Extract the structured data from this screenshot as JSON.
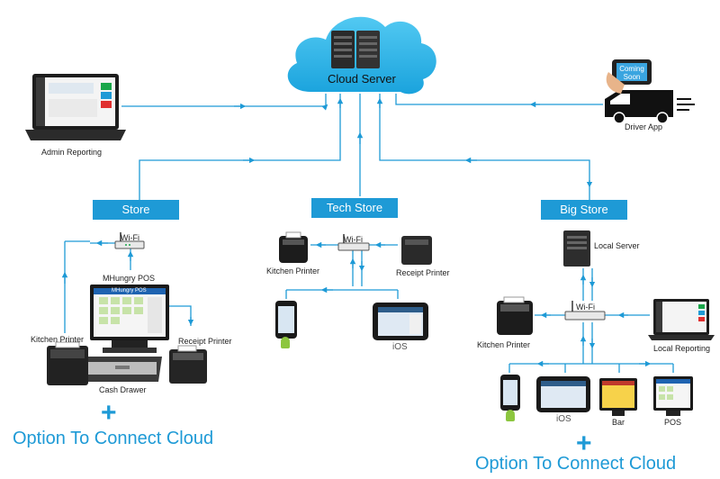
{
  "cloud": {
    "label": "Cloud Server"
  },
  "admin": {
    "label": "Admin Reporting"
  },
  "driver": {
    "label": "Driver App",
    "badge_line1": "Coming",
    "badge_line2": "Soon"
  },
  "stores": {
    "store": "Store",
    "tech_store": "Tech Store",
    "big_store": "Big Store"
  },
  "store_left": {
    "wifi": "Wi-Fi",
    "pos": "MHungry POS",
    "pos_screen_title": "MHungry POS",
    "kitchen_printer": "Kitchen Printer",
    "receipt_printer": "Receipt Printer",
    "cash_drawer": "Cash Drawer",
    "option": "Option To Connect Cloud",
    "plus": "+"
  },
  "store_tech": {
    "wifi": "Wi-Fi",
    "kitchen_printer": "Kitchen Printer",
    "receipt_printer": "Receipt Printer",
    "ios": "iOS"
  },
  "store_big": {
    "local_server": "Local Server",
    "wifi": "Wi-Fi",
    "kitchen_printer": "Kitchen Printer",
    "local_reporting": "Local Reporting",
    "ios": "iOS",
    "bar": "Bar",
    "pos": "POS",
    "option": "Option To Connect Cloud",
    "plus": "+"
  },
  "colors": {
    "accent": "#1e9ad6",
    "cloud": "#29b5e8",
    "device": "#2b2b2b"
  }
}
